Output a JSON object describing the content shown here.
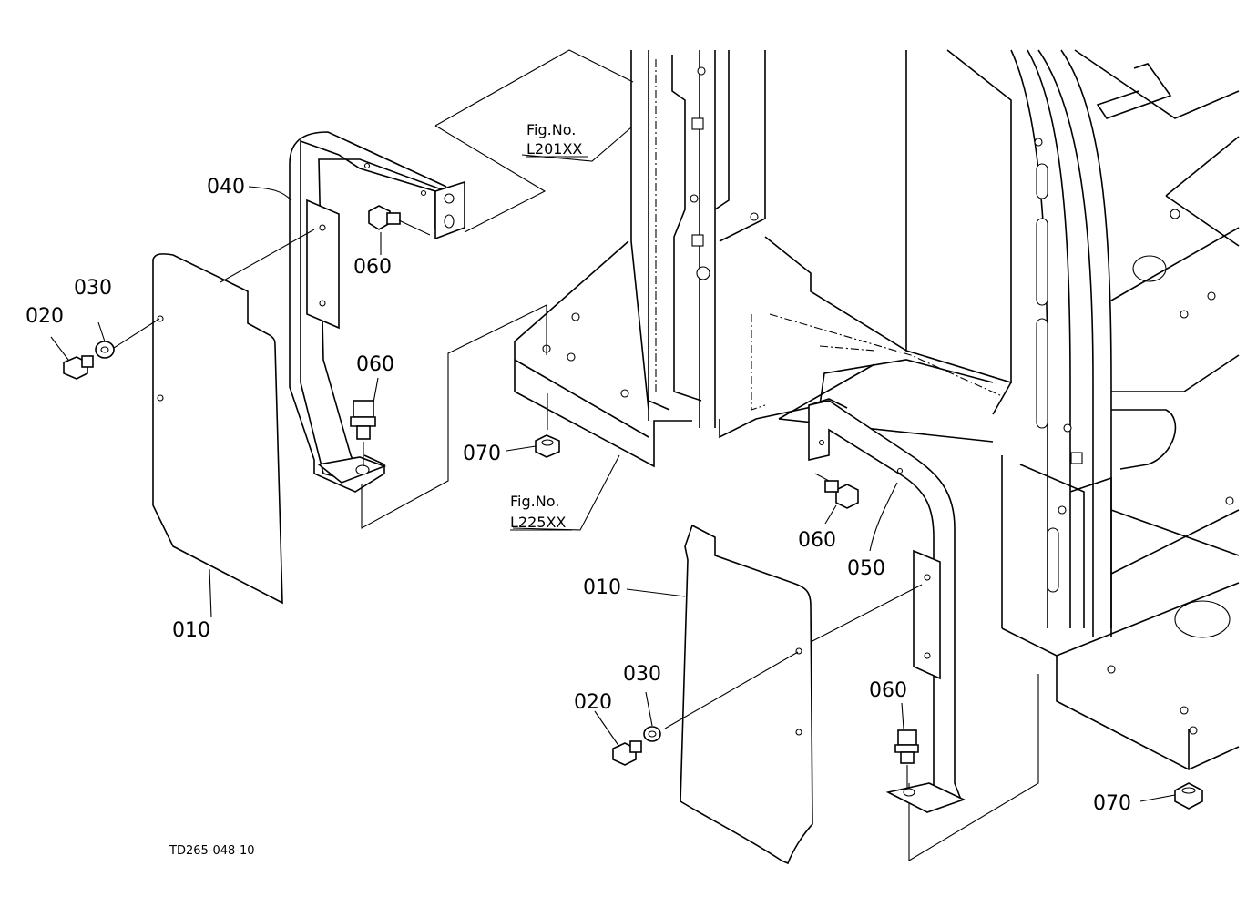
{
  "labels": {
    "p010_left": "010",
    "p010_right": "010",
    "p020_left": "020",
    "p020_right": "020",
    "p030_left": "030",
    "p030_right": "030",
    "p040": "040",
    "p050": "050",
    "p060_a": "060",
    "p060_b": "060",
    "p060_c": "060",
    "p060_d": "060",
    "p070_a": "070",
    "p070_b": "070"
  },
  "references": {
    "fig1_title": "Fig.No.",
    "fig1_code": "L201XX",
    "fig2_title": "Fig.No.",
    "fig2_code": "L225XX"
  },
  "drawing_code": "TD265-048-10"
}
